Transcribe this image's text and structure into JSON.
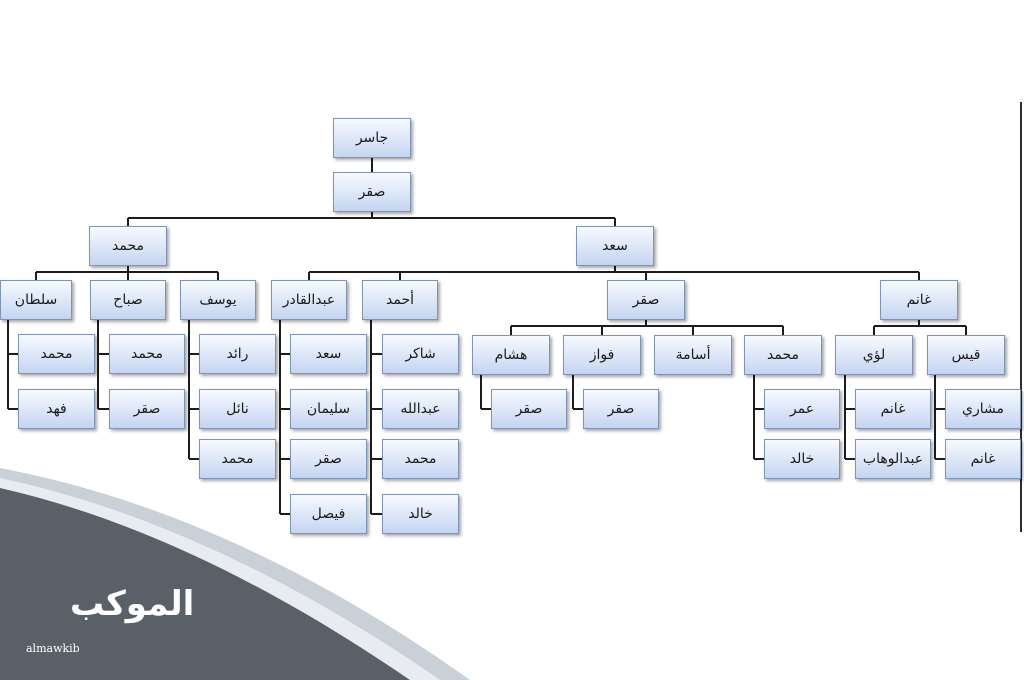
{
  "tree": {
    "root": "جاسر",
    "child": "صقر",
    "branches": [
      {
        "name": "محمد",
        "children": [
          {
            "name": "سلطان",
            "children": [
              "محمد",
              "فهد"
            ]
          },
          {
            "name": "صباح",
            "children": [
              "محمد",
              "صقر"
            ]
          },
          {
            "name": "يوسف",
            "children": [
              "رائد",
              "نائل",
              "محمد"
            ]
          }
        ]
      },
      {
        "name": "سعد",
        "children": [
          {
            "name": "عبدالقادر",
            "children": [
              "سعد",
              "سليمان",
              "صقر",
              "فيصل"
            ]
          },
          {
            "name": "أحمد",
            "children": [
              "شاكر",
              "عبدالله",
              "محمد",
              "خالد"
            ]
          },
          {
            "name": "صقر",
            "children": [
              {
                "name": "هشام",
                "children": [
                  "صقر"
                ]
              },
              {
                "name": "فواز",
                "children": [
                  "صقر"
                ]
              },
              {
                "name": "أسامة",
                "children": []
              },
              {
                "name": "محمد",
                "children": [
                  "عمر",
                  "خالد"
                ]
              }
            ]
          },
          {
            "name": "غانم",
            "children": [
              {
                "name": "لؤي",
                "children": [
                  "غانم",
                  "عبدالوهاب"
                ]
              },
              {
                "name": "قيس",
                "children": [
                  "مشاري",
                  "غانم"
                ]
              }
            ]
          }
        ]
      }
    ]
  },
  "brand": {
    "name": "الموكب",
    "latin": "almawkib"
  },
  "colors": {
    "box_border": "#7f93b3",
    "box_fill_top": "#f7faff",
    "box_fill_bottom": "#c4d5f1",
    "connector": "#1c1c1c",
    "band_dark": "#5a6068",
    "band_light": "#b9c1cb"
  }
}
